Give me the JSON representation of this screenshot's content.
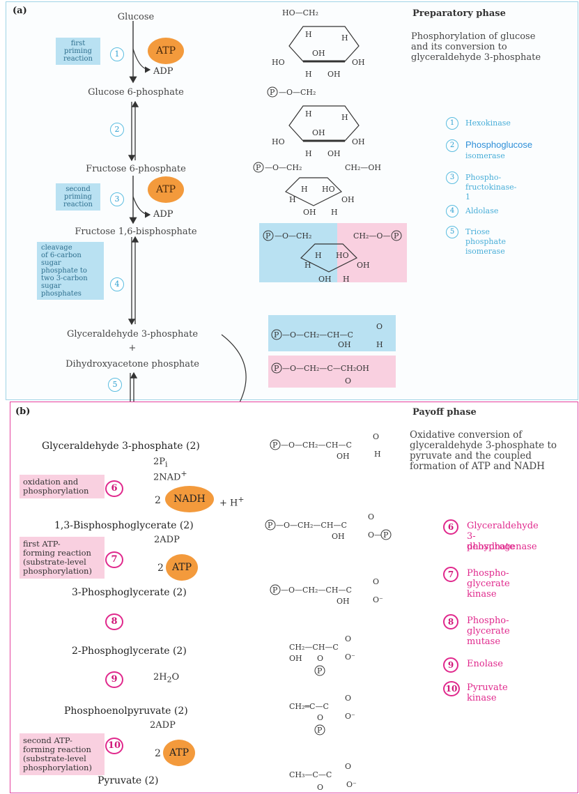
{
  "panel_a": {
    "label": "(a)",
    "title": "Preparatory phase",
    "description": [
      "Phosphorylation of glucose",
      "and its conversion to",
      "glyceraldehyde 3-phosphate"
    ],
    "metabolites": [
      "Glucose",
      "Glucose 6-phosphate",
      "Fructose 6-phosphate",
      "Fructose 1,6-bisphosphate",
      "Glyceraldehyde 3-phosphate",
      "+",
      "Dihydroxyacetone phosphate"
    ],
    "notes": {
      "n1": [
        "first",
        "priming",
        "reaction"
      ],
      "n3": [
        "second",
        "priming",
        "reaction"
      ],
      "n4": [
        "cleavage",
        "of 6-carbon",
        "sugar",
        "phosphate to",
        "two 3-carbon",
        "sugar",
        "phosphates"
      ]
    },
    "steps": [
      "1",
      "2",
      "3",
      "4",
      "5"
    ],
    "atp": "ATP",
    "adp": "ADP",
    "enzymes": [
      {
        "num": "1",
        "name": [
          "Hexokinase"
        ]
      },
      {
        "num": "2",
        "name": [
          "Phosphoglucose",
          "isomerase"
        ]
      },
      {
        "num": "3",
        "name": [
          "Phospho-",
          "fructokinase-1"
        ]
      },
      {
        "num": "4",
        "name": [
          "Aldolase"
        ]
      },
      {
        "num": "5",
        "name": [
          "Triose",
          "phosphate",
          "isomerase"
        ]
      }
    ]
  },
  "panel_b": {
    "label": "(b)",
    "title": "Payoff phase",
    "description": [
      "Oxidative conversion of",
      "glyceraldehyde 3-phosphate to",
      "pyruvate and the coupled",
      "formation of ATP and NADH"
    ],
    "metabolites": [
      "Glyceraldehyde 3-phosphate (2)",
      "1,3-Bisphosphoglycerate (2)",
      "3-Phosphoglycerate (2)",
      "2-Phosphoglycerate (2)",
      "Phosphoenolpyruvate (2)",
      "Pyruvate (2)"
    ],
    "notes": {
      "n6": [
        "oxidation and",
        "phosphorylation"
      ],
      "n7": [
        "first ATP-",
        "forming reaction",
        "(substrate-level",
        "phosphorylation)"
      ],
      "n10": [
        "second ATP-",
        "forming reaction",
        "(substrate-level",
        "phosphorylation)"
      ]
    },
    "steps": [
      "6",
      "7",
      "8",
      "9",
      "10"
    ],
    "side": {
      "pi": "2P",
      "pi_sub": "i",
      "nad": "2NAD",
      "nad_sup": "+",
      "two": "2",
      "nadh": "NADH",
      "hplus": "+ H",
      "hplus_sup": "+",
      "adp": "2ADP",
      "atp": "ATP",
      "h2o": "2H",
      "h2o_sub": "2",
      "h2o_o": "O"
    },
    "enzymes": [
      {
        "num": "6",
        "name": [
          "Glyceraldehyde",
          "3-phosphate",
          "dehydrogenase"
        ]
      },
      {
        "num": "7",
        "name": [
          "Phospho-",
          "glycerate",
          "kinase"
        ]
      },
      {
        "num": "8",
        "name": [
          "Phospho-",
          "glycerate",
          "mutase"
        ]
      },
      {
        "num": "9",
        "name": [
          "Enolase"
        ]
      },
      {
        "num": "10",
        "name": [
          "Pyruvate",
          "kinase"
        ]
      }
    ]
  },
  "colors": {
    "prep_accent": "#5bbde0",
    "payoff_accent": "#e0288c",
    "atp_fill": "#f39a3c",
    "note_blue": "#b9e1f2",
    "note_pink": "#f9d0e0"
  }
}
